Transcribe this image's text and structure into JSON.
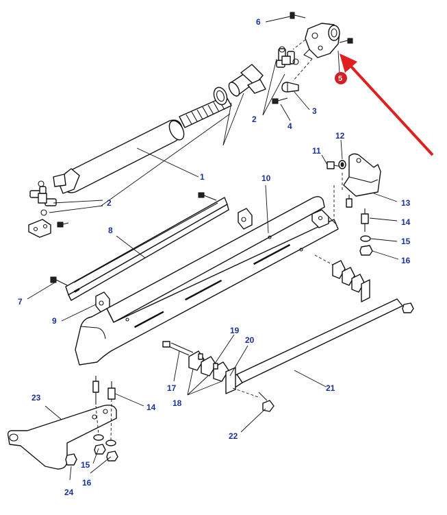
{
  "callouts": {
    "c1": "1",
    "c2a": "2",
    "c2b": "2",
    "c3": "3",
    "c4": "4",
    "c5": "5",
    "c6": "6",
    "c7": "7",
    "c8": "8",
    "c9": "9",
    "c10": "10",
    "c11": "11",
    "c12": "12",
    "c13": "13",
    "c14a": "14",
    "c14b": "14",
    "c15a": "15",
    "c15b": "15",
    "c16a": "16",
    "c16b": "16",
    "c17": "17",
    "c18": "18",
    "c19": "19",
    "c20": "20",
    "c21": "21",
    "c22": "22",
    "c23": "23",
    "c24": "24"
  },
  "colors": {
    "callout_text": "#1a2f9a",
    "highlight_badge": "#d41f26",
    "arrow": "#e0201f",
    "line": "#111111"
  },
  "highlight": {
    "part_number": "5"
  }
}
